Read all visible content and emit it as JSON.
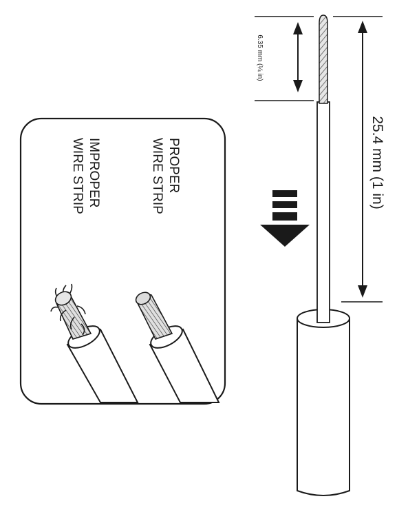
{
  "dimensions": {
    "strip_length": "6.35 mm (¼ in)",
    "total_length": "25.4 mm (1 in)"
  },
  "inset": {
    "proper_line1": "PROPER",
    "proper_line2": "WIRE STRIP",
    "improper_line1": "IMPROPER",
    "improper_line2": "WIRE STRIP"
  },
  "colors": {
    "line": "#1a1a1a",
    "background": "#ffffff",
    "strand_fill": "#d9d9d9"
  },
  "icons": {
    "direction_arrow": "down-arrow-icon"
  }
}
